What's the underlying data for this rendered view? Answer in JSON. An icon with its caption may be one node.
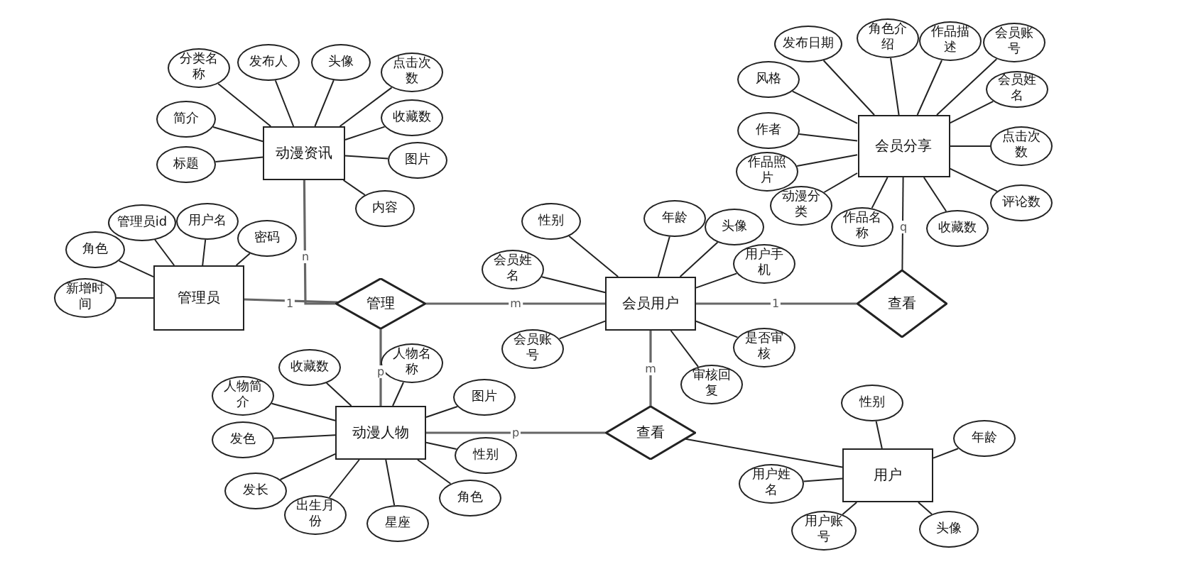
{
  "diagram": {
    "nodes": [
      {
        "text": [
          "动漫资讯"
        ]
      },
      {
        "text": [
          "管理员"
        ]
      },
      {
        "text": [
          "管理"
        ]
      },
      {
        "text": [
          "会员用户"
        ]
      },
      {
        "text": [
          "会员分享"
        ]
      },
      {
        "text": [
          "查看"
        ]
      },
      {
        "text": [
          "动漫人物"
        ]
      },
      {
        "text": [
          "查看"
        ]
      },
      {
        "text": [
          "用户"
        ]
      },
      {
        "text": [
          "分类名称"
        ]
      },
      {
        "text": [
          "发布人"
        ]
      },
      {
        "text": [
          "头像"
        ]
      },
      {
        "text": [
          "点击次数"
        ]
      },
      {
        "text": [
          "简介"
        ]
      },
      {
        "text": [
          "收藏数"
        ]
      },
      {
        "text": [
          "标题"
        ]
      },
      {
        "text": [
          "图片"
        ]
      },
      {
        "text": [
          "内容"
        ]
      },
      {
        "text": [
          "管理员id"
        ]
      },
      {
        "text": [
          "用户名"
        ]
      },
      {
        "text": [
          "密码"
        ]
      },
      {
        "text": [
          "角色"
        ]
      },
      {
        "text": [
          "新增时间"
        ]
      },
      {
        "text": [
          "发布日期"
        ]
      },
      {
        "text": [
          "角色介绍"
        ]
      },
      {
        "text": [
          "作品描述"
        ]
      },
      {
        "text": [
          "会员账号"
        ]
      },
      {
        "text": [
          "风格"
        ]
      },
      {
        "text": [
          "会员姓名"
        ]
      },
      {
        "text": [
          "作者"
        ]
      },
      {
        "text": [
          "点击次数"
        ]
      },
      {
        "text": [
          "作品照片"
        ]
      },
      {
        "text": [
          "动漫分类"
        ]
      },
      {
        "text": [
          "作品名称"
        ]
      },
      {
        "text": [
          "收藏数"
        ]
      },
      {
        "text": [
          "评论数"
        ]
      },
      {
        "text": [
          "性别"
        ]
      },
      {
        "text": [
          "年龄"
        ]
      },
      {
        "text": [
          "头像"
        ]
      },
      {
        "text": [
          "会员姓名"
        ]
      },
      {
        "text": [
          "用户手机"
        ]
      },
      {
        "text": [
          "会员账号"
        ]
      },
      {
        "text": [
          "是否审核"
        ]
      },
      {
        "text": [
          "审核回复"
        ]
      },
      {
        "text": [
          "收藏数"
        ]
      },
      {
        "text": [
          "人物名称"
        ]
      },
      {
        "text": [
          "人物简介"
        ]
      },
      {
        "text": [
          "图片"
        ]
      },
      {
        "text": [
          "发色"
        ]
      },
      {
        "text": [
          "性别"
        ]
      },
      {
        "text": [
          "发长"
        ]
      },
      {
        "text": [
          "出生月份"
        ]
      },
      {
        "text": [
          "星座"
        ]
      },
      {
        "text": [
          "角色"
        ]
      },
      {
        "text": [
          "性别"
        ]
      },
      {
        "text": [
          "年龄"
        ]
      },
      {
        "text": [
          "用户姓名"
        ]
      },
      {
        "text": [
          "用户账号"
        ]
      },
      {
        "text": [
          "头像"
        ]
      }
    ],
    "edges": [
      {
        "from": 0,
        "to": 2,
        "arrow": "none",
        "label": "n",
        "color": "#666666"
      },
      {
        "from": 1,
        "to": 2,
        "arrow": "none",
        "label": "1",
        "color": "#666666"
      },
      {
        "from": 2,
        "to": 3,
        "arrow": "none",
        "label": "m",
        "color": "#666666"
      },
      {
        "from": 2,
        "to": 6,
        "arrow": "none",
        "label": "p",
        "color": "#666666"
      },
      {
        "from": 3,
        "to": 5,
        "arrow": "none",
        "label": "1",
        "color": "#666666"
      },
      {
        "from": 4,
        "to": 5,
        "arrow": "none",
        "label": "q"
      },
      {
        "from": 3,
        "to": 7,
        "arrow": "none",
        "label": "m",
        "color": "#666666"
      },
      {
        "from": 6,
        "to": 7,
        "arrow": "none",
        "label": "p",
        "color": "#666666"
      },
      {
        "from": 7,
        "to": 8,
        "arrow": "none"
      },
      {
        "from": 9,
        "to": 0,
        "arrow": "none"
      },
      {
        "from": 10,
        "to": 0,
        "arrow": "none"
      },
      {
        "from": 11,
        "to": 0,
        "arrow": "none"
      },
      {
        "from": 12,
        "to": 0,
        "arrow": "none"
      },
      {
        "from": 13,
        "to": 0,
        "arrow": "none"
      },
      {
        "from": 14,
        "to": 0,
        "arrow": "none"
      },
      {
        "from": 15,
        "to": 0,
        "arrow": "none"
      },
      {
        "from": 16,
        "to": 0,
        "arrow": "none"
      },
      {
        "from": 17,
        "to": 0,
        "arrow": "none"
      },
      {
        "from": 18,
        "to": 1,
        "arrow": "none"
      },
      {
        "from": 19,
        "to": 1,
        "arrow": "none"
      },
      {
        "from": 20,
        "to": 1,
        "arrow": "none"
      },
      {
        "from": 21,
        "to": 1,
        "arrow": "none"
      },
      {
        "from": 22,
        "to": 1,
        "arrow": "none"
      },
      {
        "from": 23,
        "to": 4,
        "arrow": "none"
      },
      {
        "from": 24,
        "to": 4,
        "arrow": "none"
      },
      {
        "from": 25,
        "to": 4,
        "arrow": "none"
      },
      {
        "from": 26,
        "to": 4,
        "arrow": "none"
      },
      {
        "from": 27,
        "to": 4,
        "arrow": "none"
      },
      {
        "from": 28,
        "to": 4,
        "arrow": "none"
      },
      {
        "from": 29,
        "to": 4,
        "arrow": "none"
      },
      {
        "from": 30,
        "to": 4,
        "arrow": "none"
      },
      {
        "from": 31,
        "to": 4,
        "arrow": "none"
      },
      {
        "from": 32,
        "to": 4,
        "arrow": "none"
      },
      {
        "from": 33,
        "to": 4,
        "arrow": "none"
      },
      {
        "from": 34,
        "to": 4,
        "arrow": "none"
      },
      {
        "from": 35,
        "to": 4,
        "arrow": "none"
      },
      {
        "from": 36,
        "to": 3,
        "arrow": "none"
      },
      {
        "from": 37,
        "to": 3,
        "arrow": "none"
      },
      {
        "from": 38,
        "to": 3,
        "arrow": "none"
      },
      {
        "from": 39,
        "to": 3,
        "arrow": "none"
      },
      {
        "from": 40,
        "to": 3,
        "arrow": "none"
      },
      {
        "from": 41,
        "to": 3,
        "arrow": "none"
      },
      {
        "from": 42,
        "to": 3,
        "arrow": "none"
      },
      {
        "from": 43,
        "to": 3,
        "arrow": "none"
      },
      {
        "from": 44,
        "to": 6,
        "arrow": "none"
      },
      {
        "from": 45,
        "to": 6,
        "arrow": "none"
      },
      {
        "from": 46,
        "to": 6,
        "arrow": "none"
      },
      {
        "from": 47,
        "to": 6,
        "arrow": "none"
      },
      {
        "from": 48,
        "to": 6,
        "arrow": "none"
      },
      {
        "from": 49,
        "to": 6,
        "arrow": "none"
      },
      {
        "from": 50,
        "to": 6,
        "arrow": "none"
      },
      {
        "from": 51,
        "to": 6,
        "arrow": "none"
      },
      {
        "from": 52,
        "to": 6,
        "arrow": "none"
      },
      {
        "from": 53,
        "to": 6,
        "arrow": "none"
      },
      {
        "from": 54,
        "to": 8,
        "arrow": "none"
      },
      {
        "from": 55,
        "to": 8,
        "arrow": "none"
      },
      {
        "from": 56,
        "to": 8,
        "arrow": "none"
      },
      {
        "from": 57,
        "to": 8,
        "arrow": "none"
      },
      {
        "from": 58,
        "to": 8,
        "arrow": "none"
      }
    ]
  }
}
